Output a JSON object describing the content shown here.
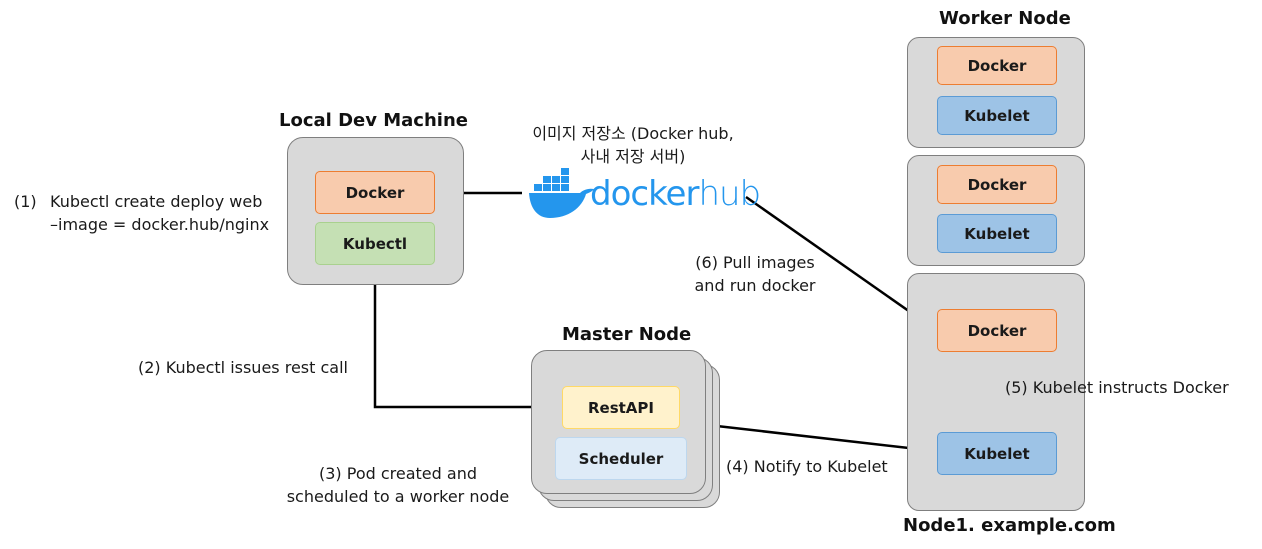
{
  "local_dev": {
    "title": "Local Dev Machine",
    "docker": "Docker",
    "kubectl": "Kubectl"
  },
  "master": {
    "title": "Master Node",
    "restapi": "RestAPI",
    "scheduler": "Scheduler"
  },
  "worker": {
    "title": "Worker Node",
    "node1_title": "Node1. example.com",
    "docker": "Docker",
    "kubelet": "Kubelet"
  },
  "registry": {
    "caption_line1": "이미지 저장소 (Docker hub,",
    "caption_line2": "사내 저장 서버)",
    "logo_text_a": "docker",
    "logo_text_b": "hub",
    "logo_color": "#2496ed"
  },
  "steps": {
    "s1_num": "(1)",
    "s1_line1": "Kubectl create deploy web",
    "s1_line2": "–image = docker.hub/nginx",
    "s2": "(2) Kubectl issues rest call",
    "s3_line1": "(3) Pod created and",
    "s3_line2": "scheduled to a worker node",
    "s4": "(4) Notify to Kubelet",
    "s5": "(5) Kubelet instructs Docker",
    "s6_line1": "(6) Pull images",
    "s6_line2": "and run docker"
  }
}
